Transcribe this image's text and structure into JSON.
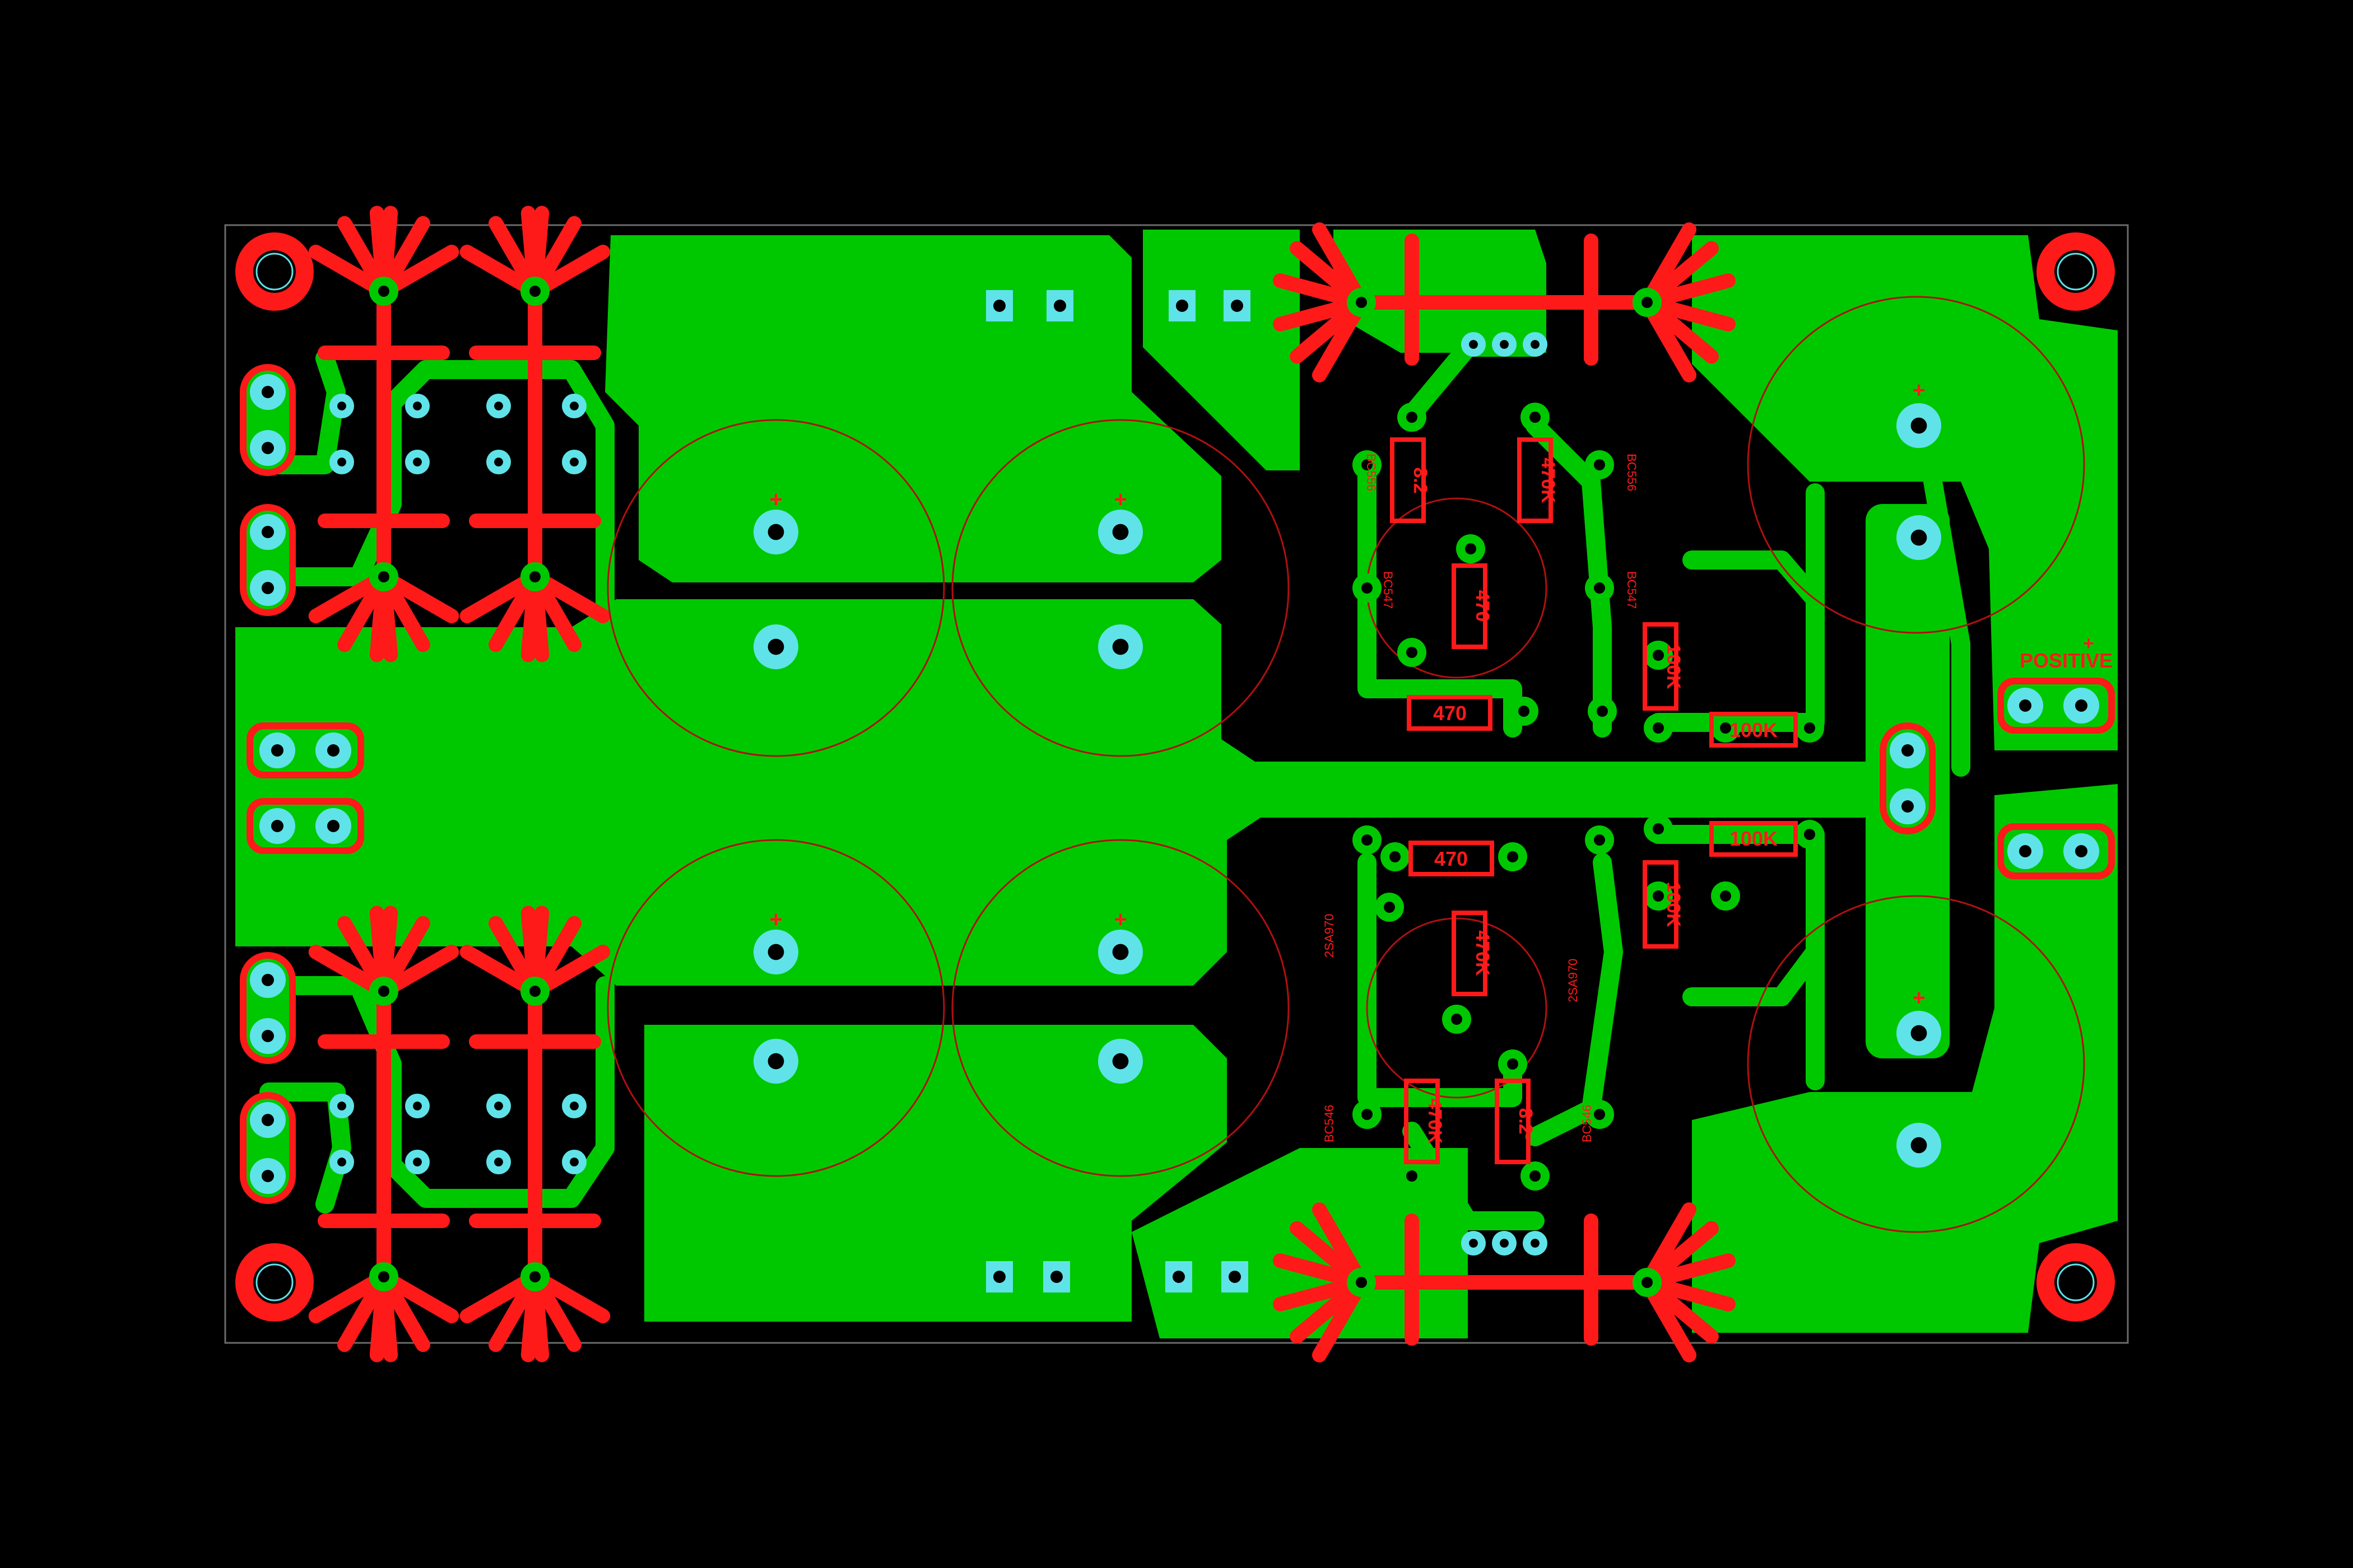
{
  "board": {
    "colors": {
      "background": "#000000",
      "copper": "#00c800",
      "silk": "#ff1a1a",
      "pad": "#5fe3e8",
      "hole": "#000000",
      "outline": "#6a6a6a"
    }
  },
  "labels": {
    "positive": "POSITIVE",
    "plus": "+"
  },
  "resistors": {
    "top_r1": "8.2",
    "top_r2": "470K",
    "top_r3": "470",
    "top_r4": "470",
    "top_r5": "100K",
    "top_r6": "100K",
    "bot_r1": "470",
    "bot_r2": "470K",
    "bot_r3": "100K",
    "bot_r4": "100K",
    "bot_r5": "470K",
    "bot_r6": "8.2"
  },
  "transistors": {
    "top_a": "BC556",
    "top_b": "BC556",
    "top_c": "BC547",
    "top_d": "BC547",
    "bot_a": "BC546",
    "bot_b": "BC546",
    "bot_c": "2SA970",
    "bot_d": "2SA970"
  }
}
